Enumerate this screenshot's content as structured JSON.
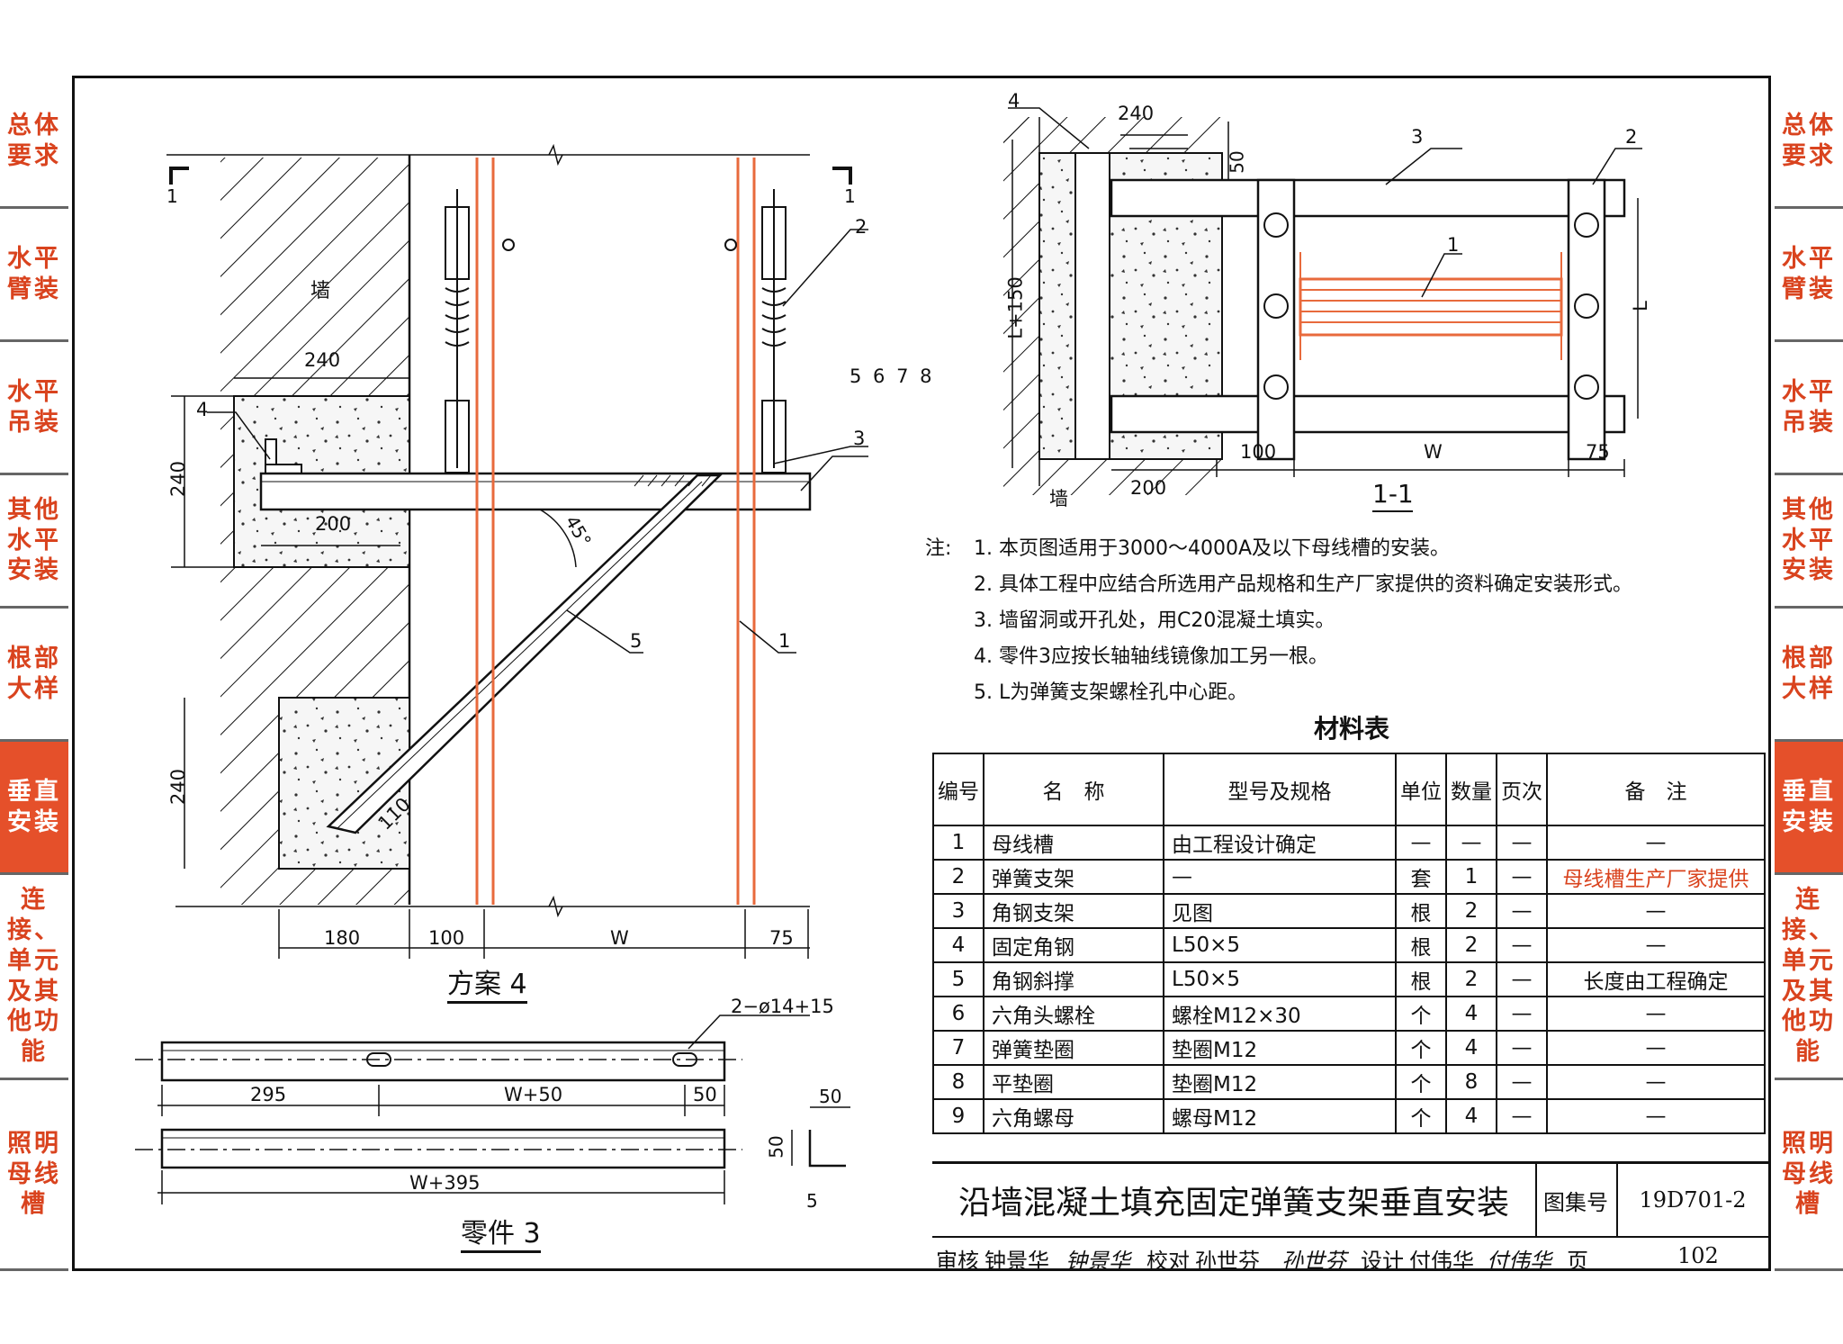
{
  "left_tabs": [
    {
      "label": "总体要求",
      "active": false
    },
    {
      "label": "水平臂装",
      "active": false
    },
    {
      "label": "水平吊装",
      "active": false
    },
    {
      "label": "其他水平安装",
      "active": false
    },
    {
      "label": "根部大样",
      "active": false
    },
    {
      "label": "垂直安装",
      "active": true
    },
    {
      "label": "连接、单元及其他功能",
      "active": false
    },
    {
      "label": "照明母线槽",
      "active": false
    }
  ],
  "right_tabs": [
    {
      "label": "总体要求",
      "active": false
    },
    {
      "label": "水平臂装",
      "active": false
    },
    {
      "label": "水平吊装",
      "active": false
    },
    {
      "label": "其他水平安装",
      "active": false
    },
    {
      "label": "根部大样",
      "active": false
    },
    {
      "label": "垂直安装",
      "active": true
    },
    {
      "label": "连接、单元及其他功能",
      "active": false
    },
    {
      "label": "照明母线槽",
      "active": false
    }
  ],
  "colors": {
    "accent": "#e5502a",
    "accent_text": "#d9431e",
    "busbar": "#e86a3c"
  },
  "plan4": {
    "title": "方案 4",
    "wall_label": "墙",
    "section_mark": "1",
    "dims": {
      "d240_top": "240",
      "d240_left1": "240",
      "d200": "200",
      "d240_left2": "240",
      "d180": "180",
      "d100": "100",
      "dW": "W",
      "d75": "75",
      "d110": "110",
      "angle": "45°"
    },
    "callouts": {
      "c1": "1",
      "c2": "2",
      "c3": "3",
      "c4": "4",
      "c5": "5",
      "c5678": "5 6 7 8"
    }
  },
  "part3": {
    "title": "零件 3",
    "hole_note": "2−ø14+15",
    "dims": {
      "d295": "295",
      "dW50": "W+50",
      "d50": "50",
      "dW395": "W+395"
    },
    "angle_dims": {
      "top": "50",
      "side": "50",
      "thick": "5"
    }
  },
  "section11": {
    "title": "1-1",
    "wall_label": "墙",
    "dims": {
      "d240": "240",
      "d50": "50",
      "dL150": "L+150",
      "d100": "100",
      "dW": "W",
      "d75": "75",
      "d200": "200",
      "dL": "L"
    },
    "callouts": {
      "c1": "1",
      "c2": "2",
      "c3": "3",
      "c4": "4"
    }
  },
  "notes": {
    "prefix": "注:",
    "items": [
      "1. 本页图适用于3000～4000A及以下母线槽的安装。",
      "2. 具体工程中应结合所选用产品规格和生产厂家提供的资料确定安装形式。",
      "3. 墙留洞或开孔处，用C20混凝土填实。",
      "4. 零件3应按长轴轴线镜像加工另一根。",
      "5. L为弹簧支架螺栓孔中心距。"
    ]
  },
  "materials": {
    "title": "材料表",
    "headers": [
      "编号",
      "名　称",
      "型号及规格",
      "单位",
      "数量",
      "页次",
      "备　注"
    ],
    "rows": [
      [
        "1",
        "母线槽",
        "由工程设计确定",
        "—",
        "—",
        "—",
        "—"
      ],
      [
        "2",
        "弹簧支架",
        "—",
        "套",
        "1",
        "—",
        "母线槽生产厂家提供"
      ],
      [
        "3",
        "角钢支架",
        "见图",
        "根",
        "2",
        "—",
        "—"
      ],
      [
        "4",
        "固定角钢",
        "L50×5",
        "根",
        "2",
        "—",
        "—"
      ],
      [
        "5",
        "角钢斜撑",
        "L50×5",
        "根",
        "2",
        "—",
        "长度由工程确定"
      ],
      [
        "6",
        "六角头螺栓",
        "螺栓M12×30",
        "个",
        "4",
        "—",
        "—"
      ],
      [
        "7",
        "弹簧垫圈",
        "垫圈M12",
        "个",
        "4",
        "—",
        "—"
      ],
      [
        "8",
        "平垫圈",
        "垫圈M12",
        "个",
        "8",
        "—",
        "—"
      ],
      [
        "9",
        "六角螺母",
        "螺母M12",
        "个",
        "4",
        "—",
        "—"
      ]
    ]
  },
  "title_block": {
    "drawing_title": "沿墙混凝土填充固定弹簧支架垂直安装",
    "atlas_label": "图集号",
    "atlas_no": "19D701-2",
    "page_label": "页",
    "page_no": "102",
    "review_label": "审核",
    "reviewer": "钟景华",
    "reviewer_sig": "钟景华",
    "check_label": "校对",
    "checker": "孙世芬",
    "checker_sig": "孙世芬",
    "design_label": "设计",
    "designer": "付伟华",
    "designer_sig": "付伟华"
  }
}
